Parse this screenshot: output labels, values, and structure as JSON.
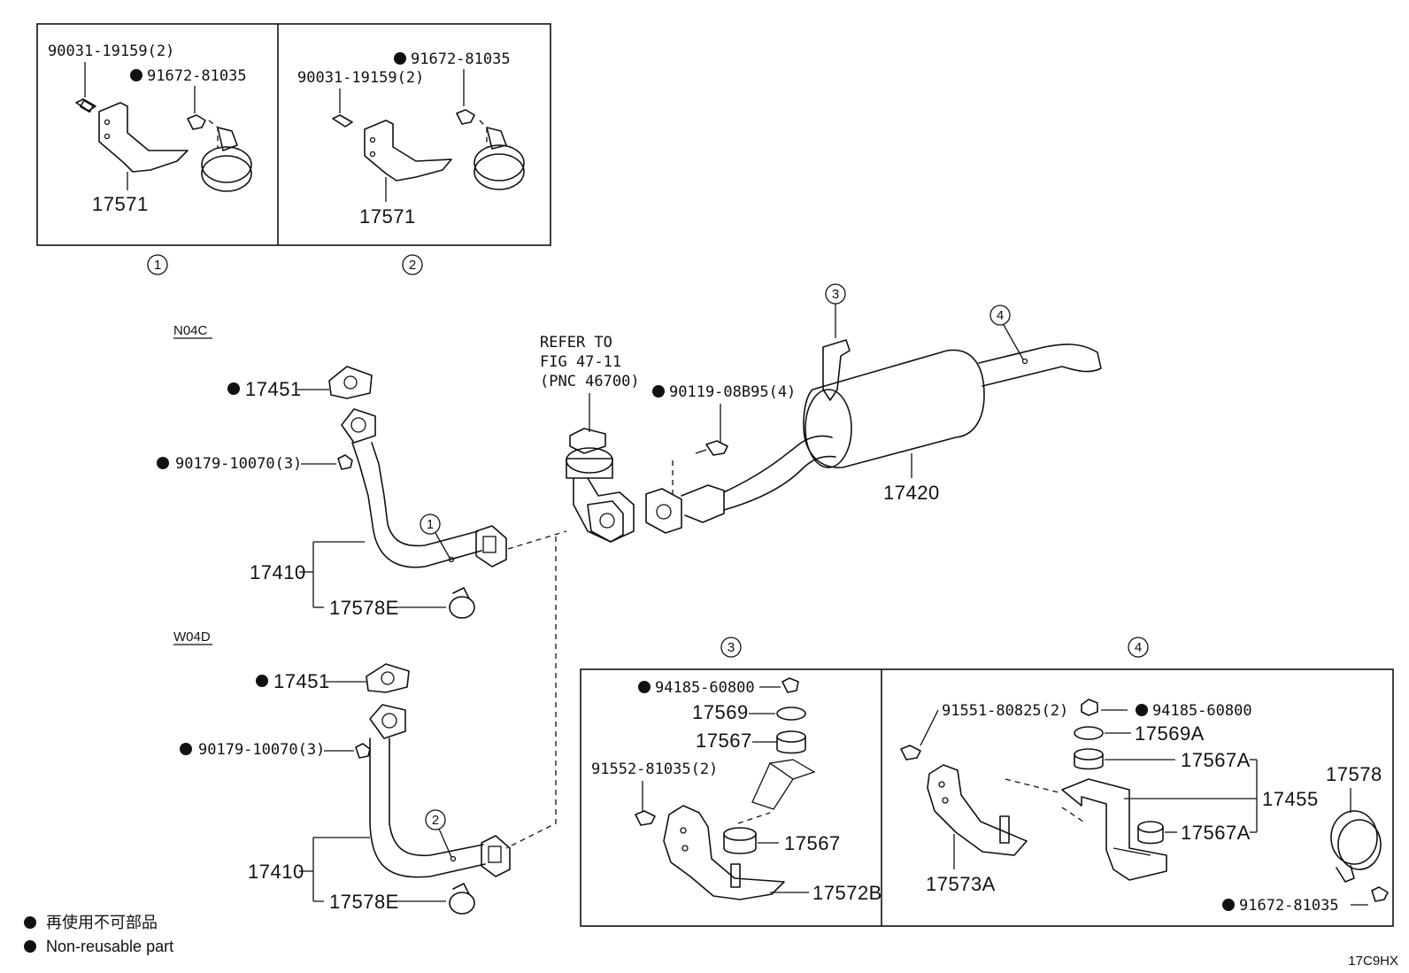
{
  "inset_1": {
    "bolt": "90031-19159(2)",
    "nut": "91672-81035",
    "bracket": "17571",
    "marker": "1"
  },
  "inset_2": {
    "nut": "91672-81035",
    "bolt": "90031-19159(2)",
    "bracket": "17571",
    "marker": "2"
  },
  "engine_n04c": "N04C",
  "engine_w04d": "W04D",
  "refer": {
    "line1": "REFER TO",
    "line2": "FIG 47-11",
    "line3": "(PNC 46700)"
  },
  "main": {
    "gasket_top": "17451",
    "nut_top": "90179-10070(3)",
    "pipe_top": "17410",
    "clamp_top": "17578E",
    "marker_top": "1",
    "bolt_center": "90119-08B95(4)",
    "muffler": "17420",
    "marker_3": "3",
    "marker_4": "4",
    "gasket_bot": "17451",
    "nut_bot": "90179-10070(3)",
    "pipe_bot": "17410",
    "clamp_bot": "17578E",
    "marker_bot": "2"
  },
  "inset_3": {
    "marker": "3",
    "nut": "94185-60800",
    "washer": "17569",
    "cushion": "17567",
    "bolt": "91552-81035(2)",
    "cushion_lower": "17567",
    "bracket": "17572B"
  },
  "inset_4": {
    "marker": "4",
    "bolt": "91551-80825(2)",
    "nut": "94185-60800",
    "washer": "17569A",
    "cushion_upper": "17567A",
    "assembly": "17455",
    "cushion_lower": "17567A",
    "bracket": "17573A",
    "clamp": "17578",
    "clamp_nut": "91672-81035"
  },
  "legend": {
    "jp": "再使用不可部品",
    "en": "Non-reusable part"
  },
  "code": "17C9HX"
}
